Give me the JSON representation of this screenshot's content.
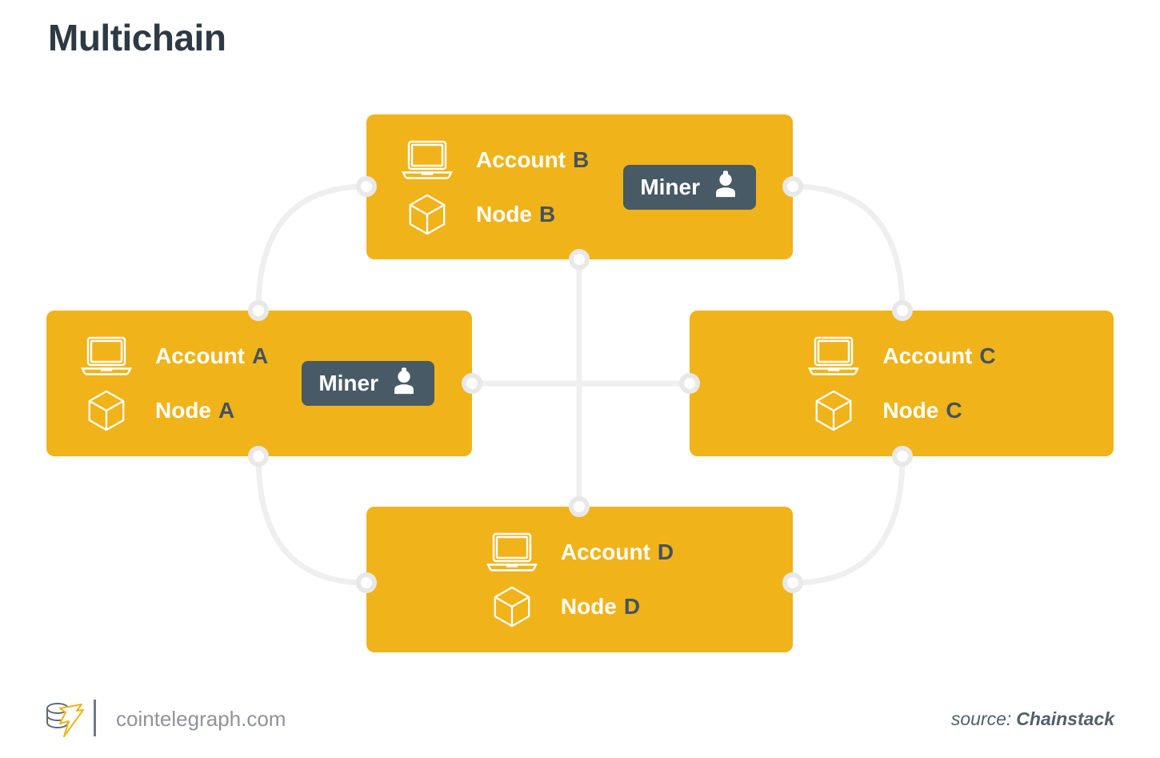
{
  "title": "Multichain",
  "colors": {
    "box_yellow": "#F0B31A",
    "badge_slate": "#475A65",
    "letter_slate": "#45535E",
    "title_color": "#2E3A43",
    "connector_gray": "#EFEFEF",
    "joint_ring_gray": "#E8E8E8",
    "footer_text_gray": "#8D949B",
    "source_text_slate": "#51606B"
  },
  "nodes": [
    {
      "id": "B",
      "account_prefix": "Account",
      "letter": "B",
      "node_prefix": "Node",
      "miner_label": "Miner"
    },
    {
      "id": "A",
      "account_prefix": "Account",
      "letter": "A",
      "node_prefix": "Node",
      "miner_label": "Miner"
    },
    {
      "id": "C",
      "account_prefix": "Account",
      "letter": "C",
      "node_prefix": "Node"
    },
    {
      "id": "D",
      "account_prefix": "Account",
      "letter": "D",
      "node_prefix": "Node"
    }
  ],
  "footer": {
    "site": "cointelegraph.com",
    "source_prefix": "source:",
    "source_name": "Chainstack"
  }
}
